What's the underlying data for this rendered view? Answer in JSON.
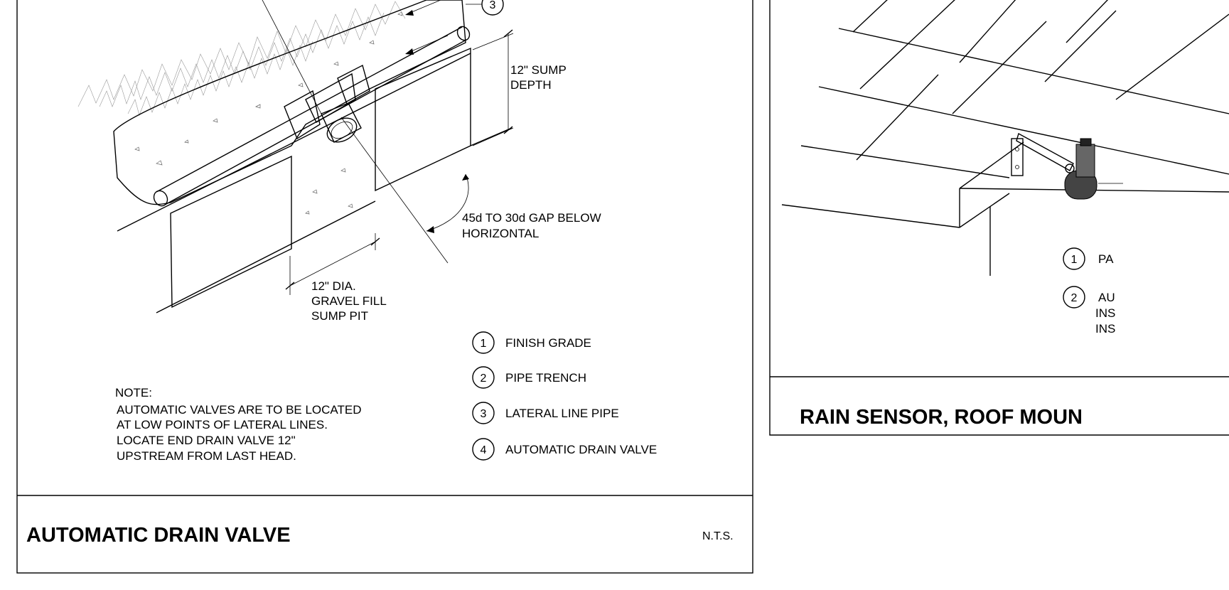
{
  "left_detail": {
    "title": "AUTOMATIC DRAIN VALVE",
    "scale": "N.T.S.",
    "callout_top": "3",
    "dimension_labels": {
      "sump_depth": [
        "12\" SUMP",
        "DEPTH"
      ],
      "gap_angle": [
        "45d TO 30d GAP BELOW",
        "HORIZONTAL"
      ],
      "sump_pit": [
        "12\" DIA.",
        "GRAVEL FILL",
        "SUMP PIT"
      ]
    },
    "legend": [
      {
        "num": "1",
        "label": "FINISH GRADE"
      },
      {
        "num": "2",
        "label": "PIPE TRENCH"
      },
      {
        "num": "3",
        "label": "LATERAL LINE PIPE"
      },
      {
        "num": "4",
        "label": "AUTOMATIC DRAIN VALVE"
      }
    ],
    "note_lines": [
      "NOTE:",
      "AUTOMATIC VALVES ARE TO BE LOCATED",
      "AT LOW POINTS OF LATERAL LINES.",
      "LOCATE END DRAIN VALVE 12\"",
      "UPSTREAM FROM LAST HEAD."
    ]
  },
  "right_detail": {
    "title": "RAIN SENSOR, ROOF MOUN",
    "legend": [
      {
        "num": "1",
        "lines": [
          "PA"
        ]
      },
      {
        "num": "2",
        "lines": [
          "AU",
          "INS",
          "INS"
        ]
      }
    ]
  }
}
